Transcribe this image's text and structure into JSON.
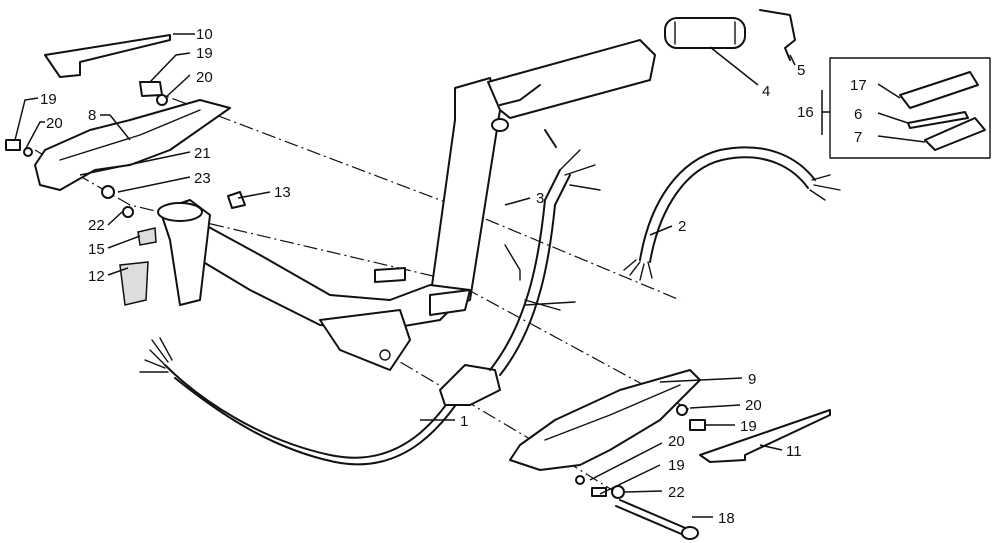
{
  "callouts": {
    "c1": "1",
    "c2": "2",
    "c3": "3",
    "c4": "4",
    "c5": "5",
    "c6": "6",
    "c7": "7",
    "c8": "8",
    "c9": "9",
    "c10": "10",
    "c11": "11",
    "c12": "12",
    "c13": "13",
    "c15": "15",
    "c16": "16",
    "c17": "17",
    "c18": "18",
    "c19a": "19",
    "c19b": "19",
    "c19c": "19",
    "c19d": "19",
    "c20a": "20",
    "c20b": "20",
    "c20c": "20",
    "c20d": "20",
    "c21": "21",
    "c22a": "22",
    "c22b": "22",
    "c23": "23"
  }
}
